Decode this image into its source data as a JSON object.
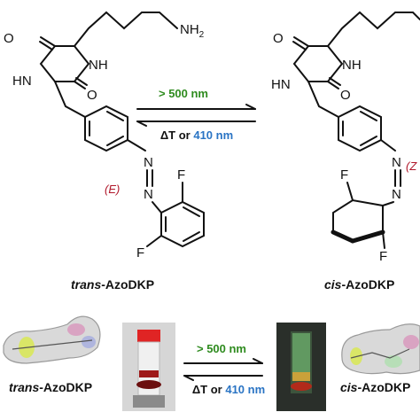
{
  "molecule_labels": {
    "nh2": "NH",
    "nh2_sub": "2",
    "nh": "NH",
    "hn": "HN",
    "o": "O",
    "n": "N",
    "f": "F"
  },
  "stereo": {
    "trans": "(E)",
    "cis": "(Z"
  },
  "captions": {
    "trans_prefix": "trans",
    "cis_prefix": "cis",
    "suffix": "-AzoDKP",
    "cis_bottom_suffix": "-AzoDKP"
  },
  "conditions": {
    "forward": "> 500 nm",
    "reverse_prefix": "ΔT or ",
    "reverse_wavelength": "410 nm"
  },
  "colors": {
    "forward": "#2e8b1e",
    "wavelength_blue": "#2a74c4",
    "stereo_red": "#b0172a"
  }
}
